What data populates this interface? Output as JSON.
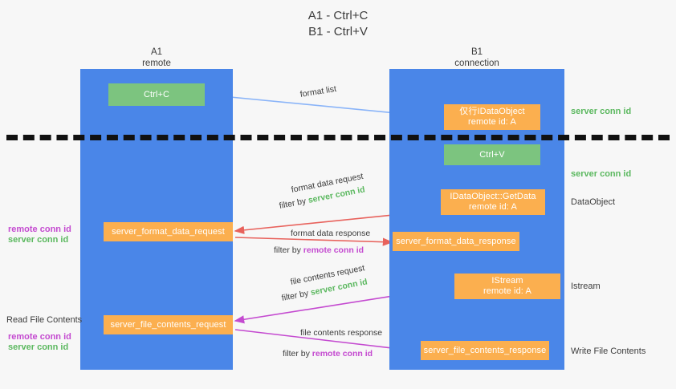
{
  "title": {
    "line1": "A1 - Ctrl+C",
    "line2": "B1 - Ctrl+V"
  },
  "lanes": [
    {
      "name": "A1",
      "sub": "remote"
    },
    {
      "name": "B1",
      "sub": "connection"
    }
  ],
  "nodes": {
    "ctrl_c": "Ctrl+C",
    "ctrl_v": "Ctrl+V",
    "idataobject": {
      "line1": "仅行IDataObject",
      "line2": "remote id: A"
    },
    "getdata": {
      "line1": "IDataObject::GetData",
      "line2": "remote id: A"
    },
    "istream": {
      "line1": "IStream",
      "line2": "remote id: A"
    },
    "server_format_data_request": "server_format_data_request",
    "server_format_data_response": "server_format_data_response",
    "server_file_contents_request": "server_file_contents_request",
    "server_file_contents_response": "server_file_contents_response"
  },
  "edges": {
    "format_list": "format list",
    "format_data_request": "format data request",
    "format_data_request_filter_prefix": "filter by ",
    "format_data_request_filter_value": "server conn id",
    "format_data_response": "format data response",
    "format_data_response_filter_prefix": "filter by ",
    "format_data_response_filter_value": "remote conn id",
    "file_contents_request": "file contents request",
    "file_contents_request_filter_prefix": "filter by ",
    "file_contents_request_filter_value": "server conn id",
    "file_contents_response": "file contents response",
    "file_contents_response_filter_prefix": "filter by ",
    "file_contents_response_filter_value": "remote conn id"
  },
  "annotations": {
    "right_server_conn_id_top": "server conn id",
    "right_server_conn_id_mid": "server conn id",
    "right_dataobject": "DataObject",
    "right_istream": "Istream",
    "right_write_file_contents": "Write File Contents",
    "left_remote_conn_id_1": "remote conn id",
    "left_server_conn_id_1": "server conn id",
    "left_read_file_contents": "Read File Contents",
    "left_remote_conn_id_2": "remote conn id",
    "left_server_conn_id_2": "server conn id"
  },
  "colors": {
    "lane": "#4a86e8",
    "green_node": "#7cc47f",
    "orange_node": "#fbaf4f",
    "green_text": "#5bb85f",
    "magenta_text": "#c44ad0",
    "arrow_blue": "#8ab4f8",
    "arrow_red": "#e8625c",
    "arrow_magenta": "#c44ad0",
    "arrow_black": "#111111",
    "background": "#f7f7f7"
  }
}
